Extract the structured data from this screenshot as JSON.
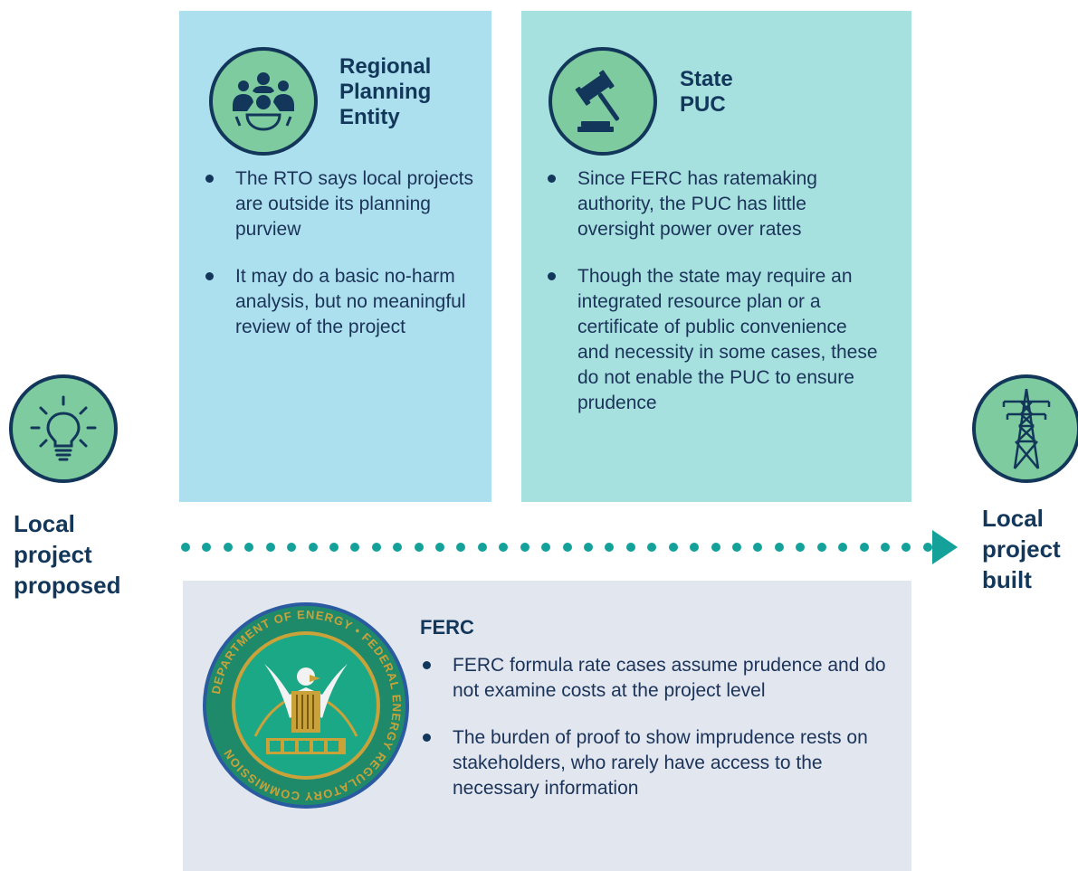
{
  "start": {
    "label_lines": [
      "Local",
      "project",
      "proposed"
    ],
    "icon": "lightbulb-icon"
  },
  "end": {
    "label_lines": [
      "Local",
      "project",
      "built"
    ],
    "icon": "transmission-tower-icon"
  },
  "rpe": {
    "heading_lines": [
      "Regional",
      "Planning",
      "Entity"
    ],
    "icon": "meeting-group-icon",
    "bullets": [
      "The RTO says local projects are outside its planning purview",
      "It may do a basic no-harm analysis, but no meaningful review of the project"
    ]
  },
  "puc": {
    "heading_lines": [
      "State",
      "PUC"
    ],
    "icon": "gavel-icon",
    "bullets": [
      "Since FERC has ratemaking authority, the PUC has little oversight power over rates",
      "Though the state may require an integrated resource plan or a certificate of public convenience and necessity in some cases, these do not enable the PUC to ensure prudence"
    ]
  },
  "ferc": {
    "heading": "FERC",
    "seal_text": "DEPARTMENT OF ENERGY • FEDERAL ENERGY REGULATORY COMMISSION",
    "bullets": [
      "FERC formula rate cases assume prudence and do not examine costs at the project level",
      "The burden of proof to show imprudence rests on stakeholders, who rarely have access to the necessary information"
    ]
  },
  "colors": {
    "navy": "#13375a",
    "teal": "#13a19a",
    "green": "#7ecb9f",
    "rpe_bg": "#ade0ee",
    "puc_bg": "#a6e1e0",
    "ferc_bg": "#e2e6ef"
  }
}
